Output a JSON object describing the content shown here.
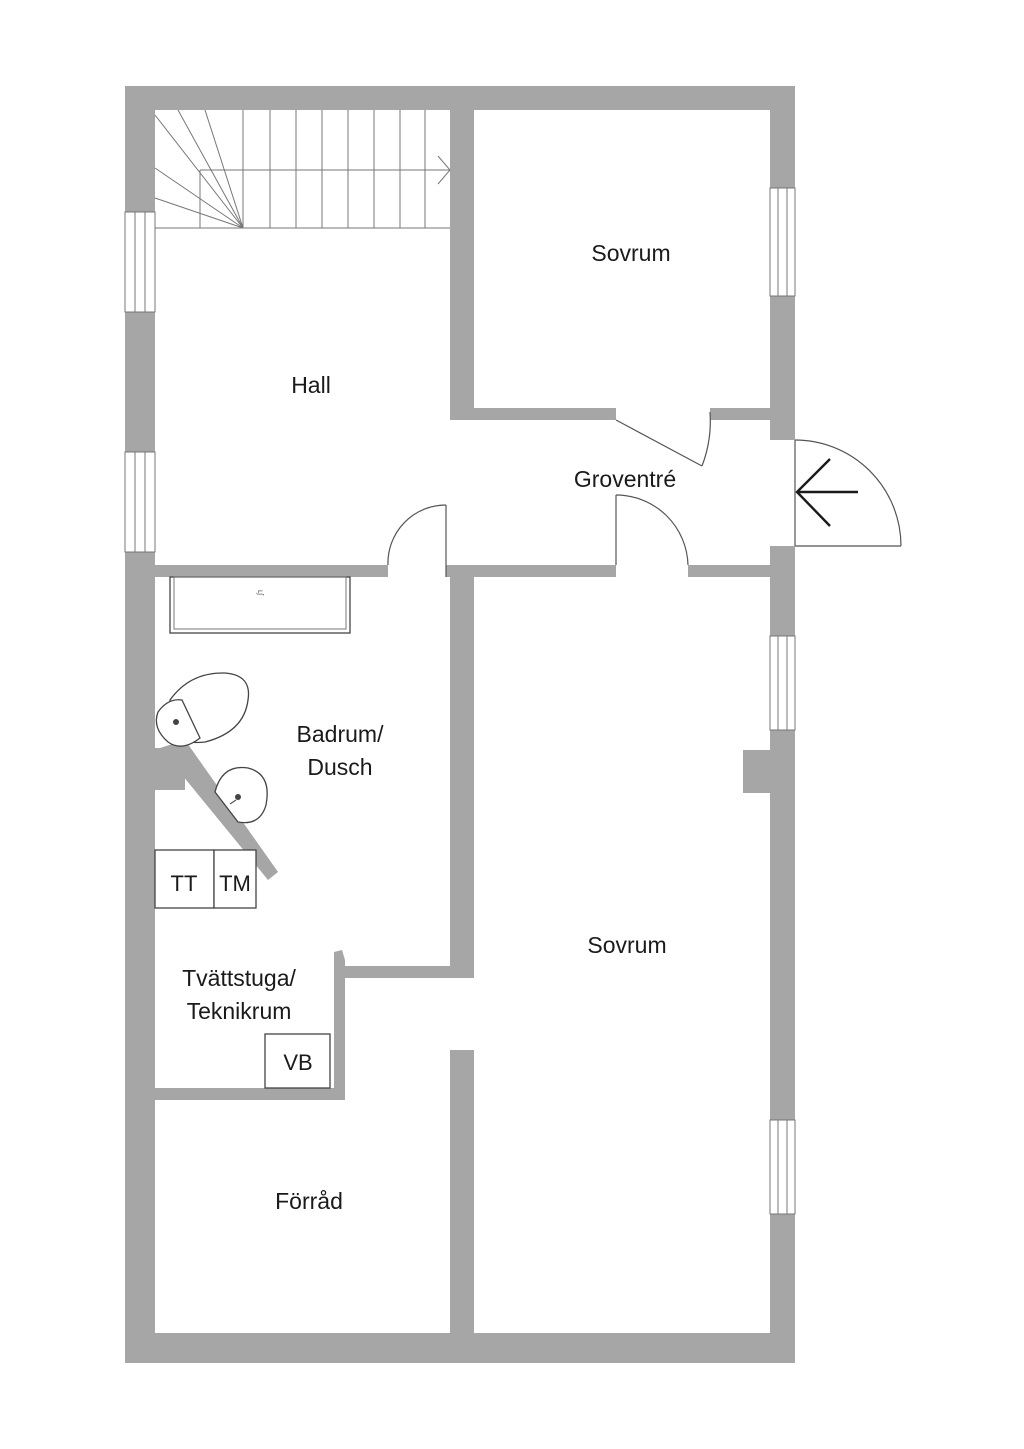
{
  "rooms": {
    "hall": "Hall",
    "sovrum_top": "Sovrum",
    "groventre": "Groventré",
    "badrum_line1": "Badrum/",
    "badrum_line2": "Dusch",
    "sovrum_bottom": "Sovrum",
    "tvattstuga_line1": "Tvättstuga/",
    "tvattstuga_line2": "Teknikrum",
    "forrad": "Förråd"
  },
  "fixtures": {
    "tt": "TT",
    "tm": "TM",
    "vb": "VB"
  },
  "icons": {
    "entrance": "arrow-left-icon"
  },
  "colors": {
    "wall": "#a6a6a6",
    "background": "#ffffff"
  }
}
